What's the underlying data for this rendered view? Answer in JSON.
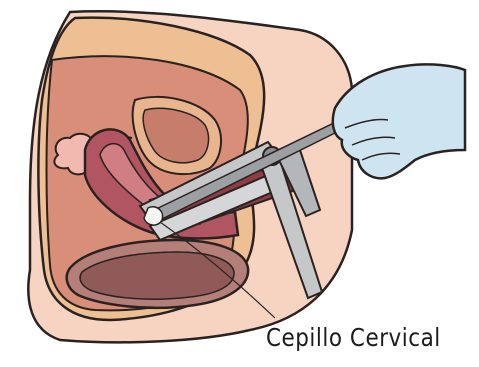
{
  "annotation": {
    "label": "Cepillo Cervical"
  },
  "colors": {
    "outer_skin": "#f7d3c1",
    "pelvis_tan": "#eebf93",
    "pelvis_fill": "#d98e7a",
    "uterus_wall": "#b25563",
    "uterus_inner": "#d07d83",
    "vaginal_canal": "#8e3d46",
    "bladder": "#b57f79",
    "bladder_inner": "#8f5a58",
    "speculum_metal": "#c5c7c9",
    "speculum_dark": "#8b8d90",
    "glove": "#cfe4f1",
    "outline": "#2a2220"
  },
  "icons": [
    "uterus-illustration",
    "speculum-instrument",
    "gloved-hand",
    "cervical-brush"
  ]
}
